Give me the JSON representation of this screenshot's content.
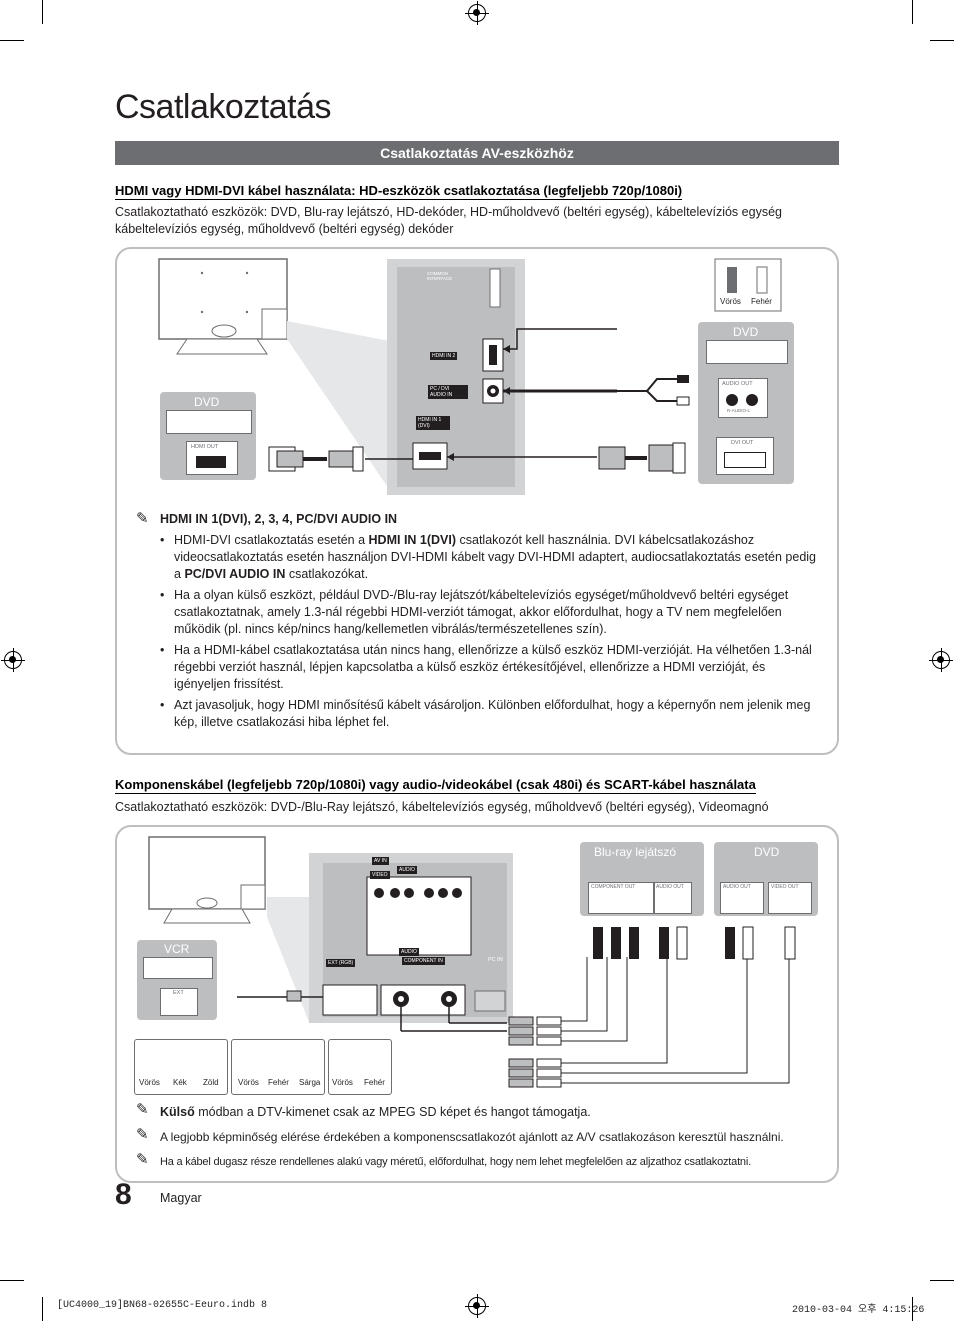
{
  "page": {
    "title": "Csatlakoztatás",
    "page_number": "8",
    "language": "Magyar",
    "footer_file": "[UC4000_19]BN68-02655C-Eeuro.indb   8",
    "footer_date": "2010-03-04   오후 4:15:26"
  },
  "section": {
    "bar_title": "Csatlakoztatás AV-eszközhöz"
  },
  "hdmi": {
    "heading": "HDMI vagy HDMI-DVI kábel használata: HD-eszközök csatlakoztatása (legfeljebb 720p/1080i)",
    "intro": "Csatlakoztatható eszközök: DVD, Blu-ray lejátszó, HD-dekóder, HD-műholdvevő (beltéri egység), kábeltelevíziós egység kábeltelevíziós egység, műholdvevő (beltéri egység) dekóder",
    "diagram": {
      "dvd_left": "DVD",
      "dvd_left_port": "HDMI OUT",
      "dvd_right": "DVD",
      "dvd_right_audio": "AUDIO OUT",
      "dvd_right_audio_sub": "R-AUDIO-L",
      "dvd_right_dvi": "DVI OUT",
      "cable_red": "Vörös",
      "cable_white": "Fehér",
      "panel_common": "COMMON INTERFACE",
      "panel_hdmi2": "HDMI IN 2",
      "panel_pcdvi": "PC / DVI AUDIO IN",
      "panel_hdmi1": "HDMI IN 1 (DVI)"
    },
    "note_heading": "HDMI IN 1(DVI), 2, 3, 4, PC/DVI AUDIO IN",
    "bullets": [
      {
        "pre": "HDMI-DVI csatlakoztatás esetén a ",
        "b1": "HDMI IN 1(DVI)",
        "mid": " csatlakozót kell használnia. DVI kábelcsatlakozáshoz videocsatlakoztatás esetén használjon DVI-HDMI kábelt vagy DVI-HDMI adaptert, audiocsatlakoztatás esetén pedig a ",
        "b2": "PC/DVI AUDIO IN",
        "post": " csatlakozókat."
      },
      {
        "text": "Ha a olyan külső eszközt, például DVD-/Blu-ray lejátszót/kábeltelevíziós egységet/műholdvevő beltéri egységet csatlakoztatnak, amely 1.3-nál régebbi HDMI-verziót támogat, akkor előfordulhat, hogy a TV nem megfelelően működik (pl. nincs kép/nincs hang/kellemetlen vibrálás/természetellenes szín)."
      },
      {
        "text": "Ha a HDMI-kábel csatlakoztatása után nincs hang, ellenőrizze a külső eszköz HDMI-verzióját. Ha vélhetően 1.3-nál régebbi verziót használ, lépjen kapcsolatba a külső eszköz értékesítőjével, ellenőrizze a HDMI verzióját, és igényeljen frissítést."
      },
      {
        "text": "Azt javasoljuk, hogy HDMI minősítésű kábelt vásároljon. Különben előfordulhat, hogy a képernyőn nem jelenik meg kép, illetve csatlakozási hiba léphet fel."
      }
    ]
  },
  "component": {
    "heading": "Komponenskábel (legfeljebb 720p/1080i) vagy audio-/videokábel (csak 480i) és SCART-kábel használata",
    "intro": "Csatlakoztatható eszközök: DVD-/Blu-Ray lejátszó, kábeltelevíziós egység, műholdvevő (beltéri egység), Videomagnó",
    "diagram": {
      "vcr": "VCR",
      "vcr_port": "EXT",
      "bluray": "Blu-ray lejátszó",
      "bluray_comp": "COMPONENT OUT",
      "bluray_audio": "AUDIO OUT",
      "dvd": "DVD",
      "dvd_audio": "AUDIO OUT",
      "dvd_video": "VIDEO OUT",
      "panel_avin": "AV IN",
      "panel_video": "VIDEO",
      "panel_audio": "AUDIO",
      "panel_audio2": "AUDIO",
      "panel_component": "COMPONENT IN",
      "panel_ext": "EXT (RGB)",
      "panel_pcin": "PC IN",
      "cables1": [
        "Vörös",
        "Kék",
        "Zöld"
      ],
      "cables2": [
        "Vörös",
        "Fehér",
        "Sárga"
      ],
      "cables3": [
        "Vörös",
        "Fehér"
      ]
    },
    "notes": [
      {
        "bold": "Külső",
        "text": " módban a DTV-kimenet csak az MPEG SD képet és hangot támogatja."
      },
      {
        "bold": "",
        "text": "A legjobb képminőség elérése érdekében a komponenscsatlakozót ajánlott az A/V csatlakozáson keresztül használni."
      },
      {
        "bold": "",
        "text": "Ha a kábel dugasz része rendellenes alakú vagy méretű, előfordulhat, hogy nem lehet megfelelően az aljzathoz csatlakoztatni."
      }
    ]
  }
}
